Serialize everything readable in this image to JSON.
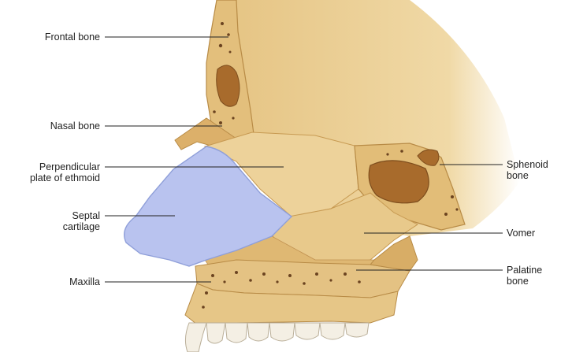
{
  "labels": {
    "frontal_bone": "Frontal bone",
    "nasal_bone": "Nasal bone",
    "perpendicular_plate": [
      "Perpendicular",
      "plate of ethmoid"
    ],
    "septal_cartilage": [
      "Septal",
      "cartilage"
    ],
    "maxilla": "Maxilla",
    "sphenoid_bone": [
      "Sphenoid",
      "bone"
    ],
    "vomer": "Vomer",
    "palatine_bone": [
      "Palatine",
      "bone"
    ]
  },
  "colors": {
    "bone": "#e6c585",
    "bone_light": "#f1dba8",
    "bone_dark": "#c99a4c",
    "sinus": "#a86b2c",
    "cartilage": "#b9c3ef",
    "cartilage_edge": "#8f9fd9",
    "teeth": "#f4efe4",
    "label_text": "#222222"
  }
}
